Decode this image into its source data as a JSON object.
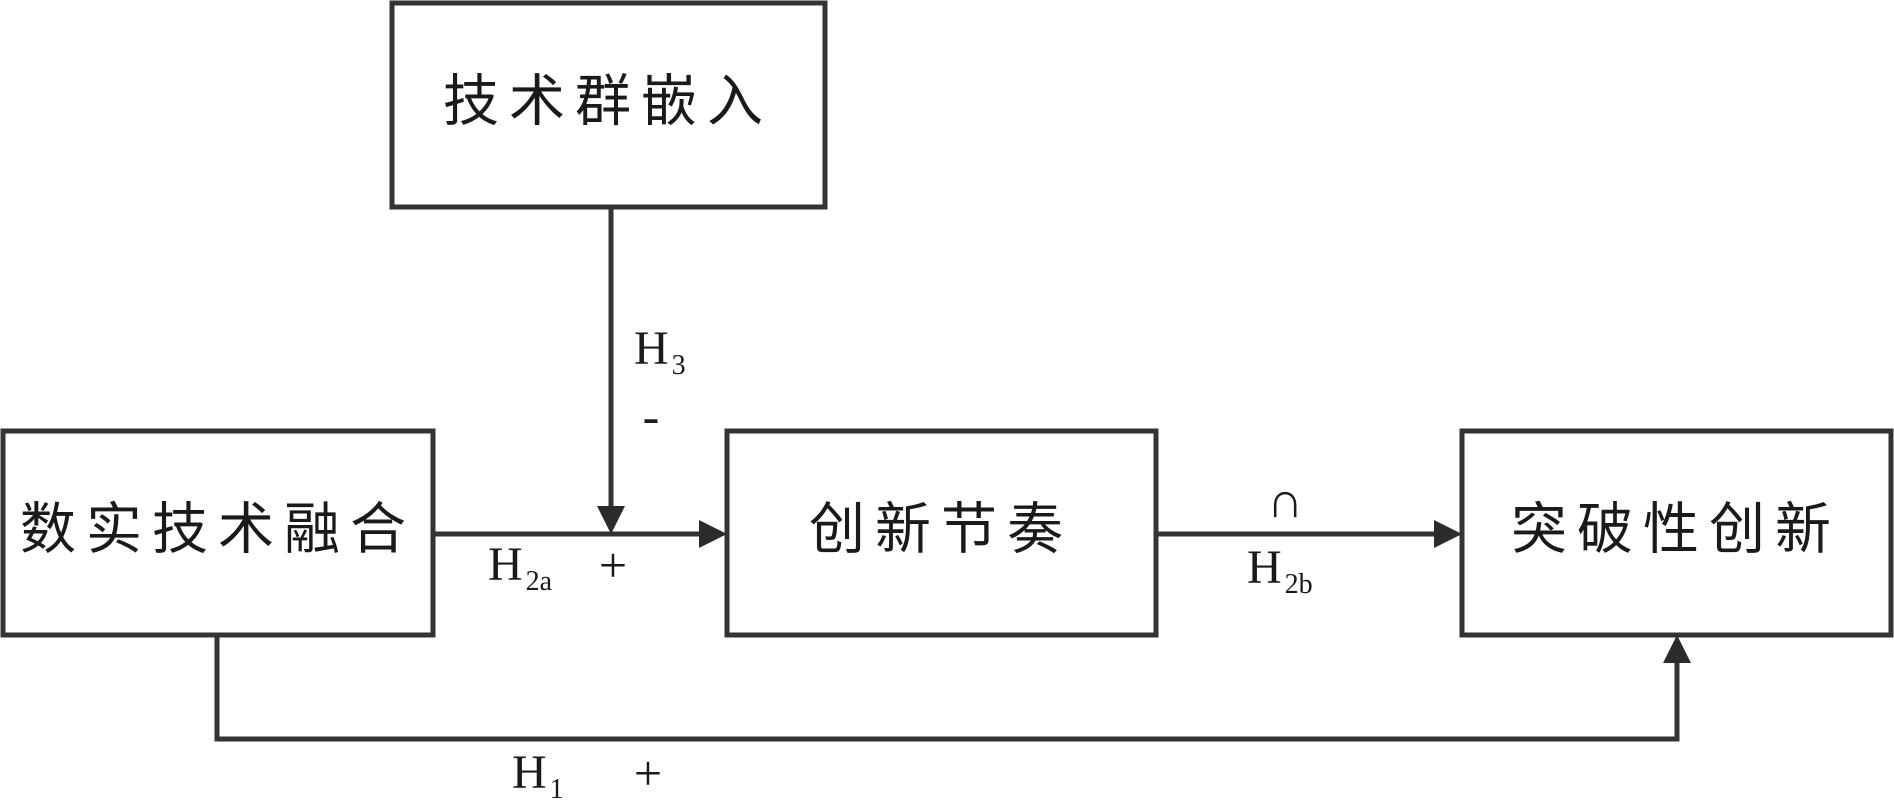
{
  "nodes": {
    "tech_cluster": "技术群嵌入",
    "digital_real": "数实技术融合",
    "innovation_rhythm": "创新节奏",
    "breakthrough": "突破性创新"
  },
  "hypotheses": {
    "h1": {
      "base": "H",
      "sub": "1",
      "sign": "+"
    },
    "h2a": {
      "base": "H",
      "sub": "2a",
      "sign": "+"
    },
    "h2b": {
      "base": "H",
      "sub": "2b",
      "sign": "∩"
    },
    "h3": {
      "base": "H",
      "sub": "3",
      "sign": "-"
    }
  }
}
